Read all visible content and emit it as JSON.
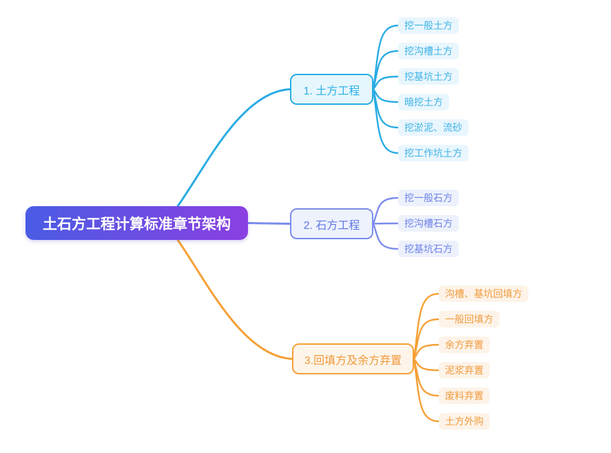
{
  "mindmap": {
    "background": "#ffffff",
    "root": {
      "label": "土石方工程计算标准章节架构",
      "gradient_start": "#4a5ce4",
      "gradient_end": "#8b3fe2",
      "text_color": "#ffffff"
    },
    "branches": [
      {
        "label": "1. 土方工程",
        "color": "#29ace3",
        "node_fill": "#e6f6fd",
        "node_text": "#2bb0e6",
        "leaf_fill": "#e9f6fd",
        "leaf_text": "#3eb3e7",
        "children": [
          "挖一般土方",
          "挖沟槽土方",
          "挖基坑土方",
          "暗挖土方",
          "挖淤泥、流砂",
          "挖工作坑土方"
        ]
      },
      {
        "label": "2. 石方工程",
        "color": "#7b8ceb",
        "node_fill": "#eef2fd",
        "node_text": "#5f77e5",
        "leaf_fill": "#edf1fc",
        "leaf_text": "#6d83ea",
        "children": [
          "挖一般石方",
          "挖沟槽石方",
          "挖基坑石方"
        ]
      },
      {
        "label": "3.回填方及余方弃置",
        "color": "#f5a035",
        "node_fill": "#fdf5ea",
        "node_text": "#f0993a",
        "leaf_fill": "#fdf3e8",
        "leaf_text": "#f09b3d",
        "children": [
          "沟槽、基坑回填方",
          "一般回填方",
          "余方弃置",
          "泥浆弃置",
          "废料弃置",
          "土方外购"
        ]
      }
    ]
  }
}
